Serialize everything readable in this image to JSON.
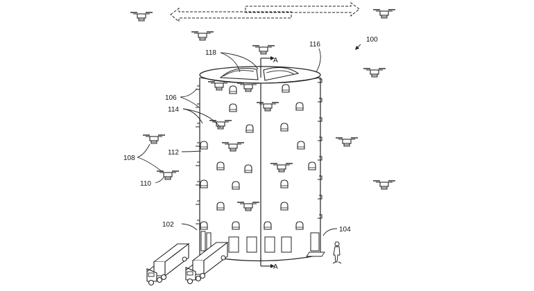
{
  "diagram": {
    "labels": {
      "l100": "100",
      "l102": "102",
      "l104": "104",
      "l106": "106",
      "l108": "108",
      "l110": "110",
      "l112": "112",
      "l114": "114",
      "l116": "116",
      "l118": "118",
      "section_top": "A",
      "section_bottom": "A"
    }
  },
  "colors": {
    "line": "#222222",
    "background": "#ffffff"
  }
}
